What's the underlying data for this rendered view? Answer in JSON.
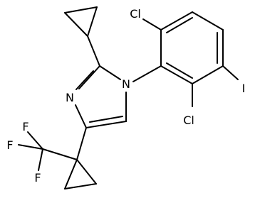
{
  "atoms": {
    "n1": "N",
    "n3": "N",
    "cl_top": "Cl",
    "cl_bottom": "Cl",
    "iodine": "I",
    "f1": "F",
    "f2": "F",
    "f3": "F"
  },
  "colors": {
    "bond": "#000000",
    "label": "#000000",
    "background": "#ffffff"
  }
}
